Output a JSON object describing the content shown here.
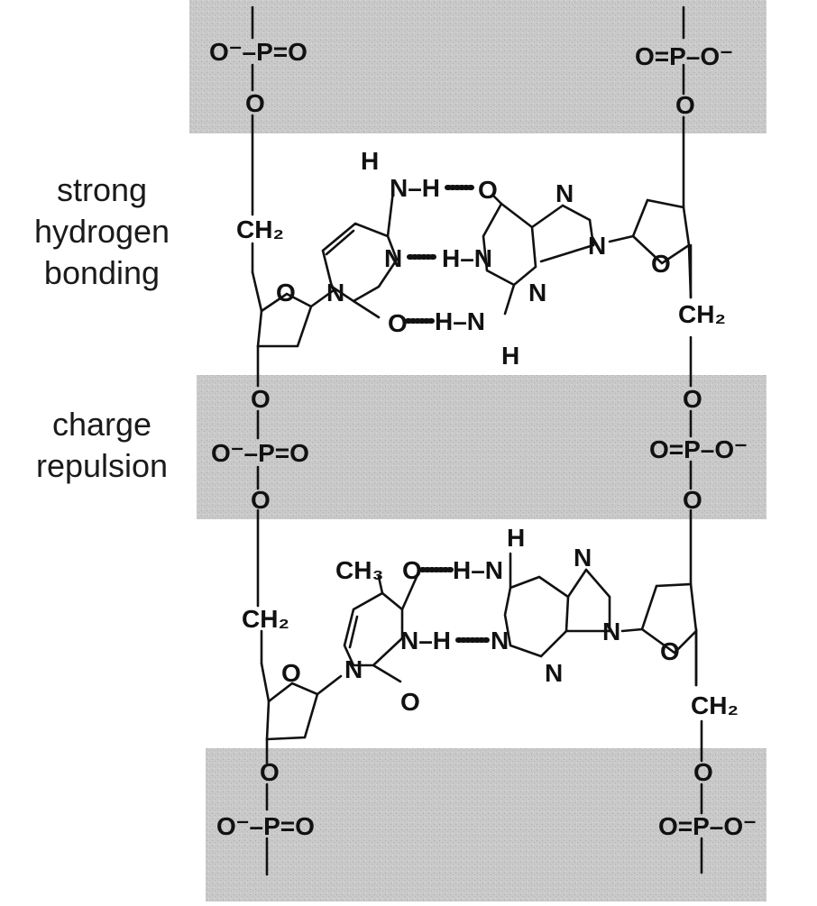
{
  "labels": {
    "hbond": [
      "strong",
      "hydrogen",
      "bonding"
    ],
    "repulsion": [
      "charge",
      "repulsion"
    ]
  },
  "atoms": {
    "phosphate_left": "O⁻–P=O",
    "phosphate_right": "O=P–O⁻",
    "O": "O",
    "N": "N",
    "H": "H",
    "CH2": "CH₂",
    "CH3": "CH₃",
    "NH": "N–H",
    "HN": "H–N"
  },
  "colors": {
    "band": "#cfcfcf",
    "band_dark": "#b9b9b9",
    "ink": "#111111"
  }
}
